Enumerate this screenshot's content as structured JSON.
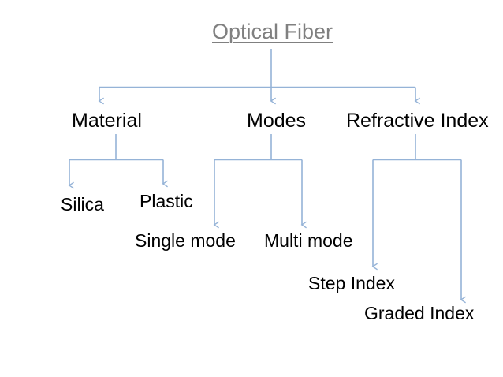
{
  "diagram": {
    "type": "tree-hierarchy",
    "title": "Optical Fiber",
    "background_color": "#ffffff",
    "title_color": "#808080",
    "node_text_color": "#000000",
    "connector_color": "#95b3d7",
    "nodes": {
      "root": "Optical Fiber",
      "level1": [
        {
          "label": "Material"
        },
        {
          "label": "Modes"
        },
        {
          "label": "Refractive Index"
        }
      ],
      "level2": [
        {
          "label": "Silica",
          "parent": "Material"
        },
        {
          "label": "Plastic",
          "parent": "Material"
        },
        {
          "label": "Single mode",
          "parent": "Modes"
        },
        {
          "label": "Multi mode",
          "parent": "Modes"
        },
        {
          "label": "Step Index",
          "parent": "Refractive Index"
        },
        {
          "label": "Graded Index",
          "parent": "Refractive Index"
        }
      ]
    },
    "edges": [
      {
        "from": "Optical Fiber",
        "to": "Material"
      },
      {
        "from": "Optical Fiber",
        "to": "Modes"
      },
      {
        "from": "Optical Fiber",
        "to": "Refractive Index"
      },
      {
        "from": "Material",
        "to": "Silica"
      },
      {
        "from": "Material",
        "to": "Plastic"
      },
      {
        "from": "Modes",
        "to": "Single mode"
      },
      {
        "from": "Modes",
        "to": "Multi mode"
      },
      {
        "from": "Refractive Index",
        "to": "Step Index"
      },
      {
        "from": "Refractive Index",
        "to": "Graded Index"
      }
    ]
  }
}
